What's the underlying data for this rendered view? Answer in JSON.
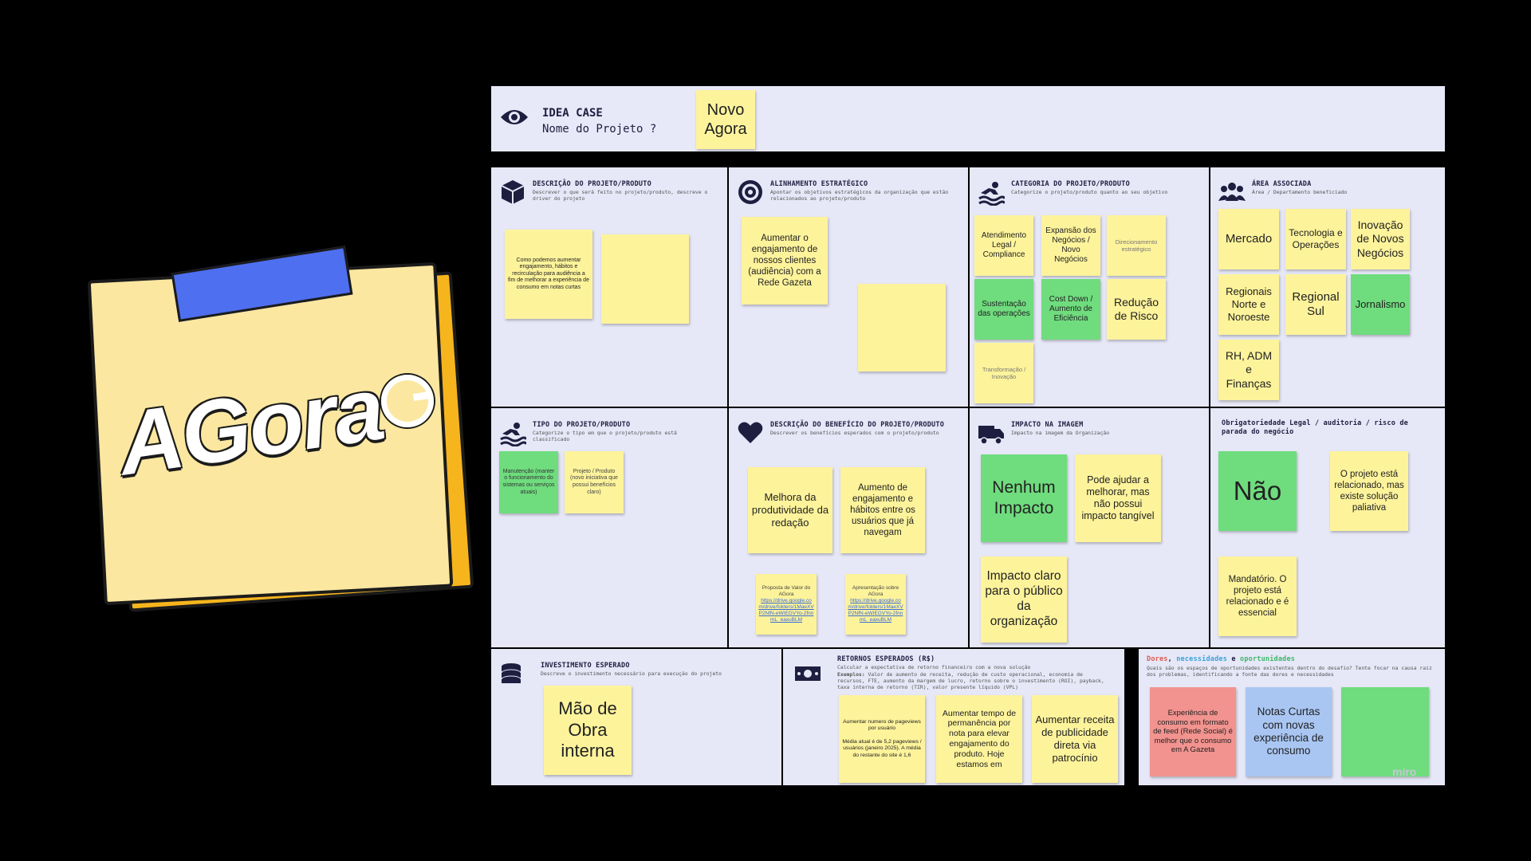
{
  "logo": {
    "text": "AGora",
    "mark": "G-icon"
  },
  "header": {
    "title": "IDEA CASE",
    "subtitle": "Nome do Projeto ?",
    "project_name": "Novo\nAgora"
  },
  "panels": {
    "descricao": {
      "title": "DESCRIÇÃO DO PROJETO/PRODUTO",
      "subtitle": "Descrever o que será feito no projeto/produto, descreve o driver do projeto",
      "note_1": "Como podemos aumentar engajamento, hábitos e recirculação para audiência a fim de melhorar a experiência de consumo em notas curtas"
    },
    "alinhamento": {
      "title": "ALINHAMENTO ESTRATÉGICO",
      "subtitle": "Apontar os objetivos estratégicos da organização que estão relacionados ao projeto/produto",
      "note_1": "Aumentar o engajamento de nossos clientes (audiência) com a Rede Gazeta"
    },
    "categoria": {
      "title": "CATEGORIA DO PROJETO/PRODUTO",
      "subtitle": "Categorize o projeto/produto quanto ao seu objetivo",
      "notes": [
        "Atendimento Legal / Compliance",
        "Expansão dos Negócios / Novo Negócios",
        "Direcionamento estratégico",
        "Sustentação das operações",
        "Cost Down / Aumento de Eficiência",
        "Redução de Risco",
        "Transformação / Inovação"
      ]
    },
    "area": {
      "title": "ÁREA ASSOCIADA",
      "subtitle": "Área / Departamento beneficiado",
      "notes": [
        "Mercado",
        "Tecnologia e Operações",
        "Inovação de Novos Negócios",
        "Regionais Norte e Noroeste",
        "Regional Sul",
        "Jornalismo",
        "RH, ADM e Finanças"
      ]
    },
    "tipo": {
      "title": "TIPO DO PROJETO/PRODUTO",
      "subtitle": "Categorize o tipo em que o projeto/produto está classificado",
      "notes": [
        "Manutenção (manter o funcionamento do sistemas ou serviços atuais)",
        "Projeto / Produto (novo iniciativa que possui benefícios claro)"
      ]
    },
    "beneficio": {
      "title": "DESCRIÇÃO DO BENEFÍCIO DO PROJETO/PRODUTO",
      "subtitle": "Descrever os benefícios esperados com o projeto/produto",
      "notes": [
        "Melhora da produtividade da redação",
        "Aumento de engajamento e hábitos entre os usuários que já navegam"
      ],
      "link_note_1": "Proposta de Valor do AGora",
      "link_note_2": "Apresentação sobre AGora",
      "link_url": "https://drive.google.com/drive/folders/1MaeXVP2NfN-eWIEGVYo-2fnnmL_eaxuBLM"
    },
    "impacto": {
      "title": "IMPACTO NA IMAGEM",
      "subtitle": "Impacto na imagem da Organização",
      "notes": [
        "Nenhum Impacto",
        "Pode ajudar a melhorar, mas não possui impacto tangível",
        "Impacto claro para o público da organização"
      ]
    },
    "obrigatoriedade": {
      "title": "Obrigatoriedade Legal / auditoria / risco de parada do negócio",
      "notes": [
        "Não",
        "O projeto está relacionado, mas existe solução paliativa",
        "Mandatório. O projeto está relacionado e é essencial"
      ]
    },
    "investimento": {
      "title": "INVESTIMENTO ESPERADO",
      "subtitle": "Descreve o investimento necessário para execução do projeto",
      "note_1": "Mão de Obra interna"
    },
    "retornos": {
      "title": "RETORNOS ESPERADOS (R$)",
      "subtitle": "Calcular a expectativa de retorno financeiro com a nova solução",
      "examples_label": "Exemplos:",
      "examples": "Valor de aumento de receita, redução de custo operacional, economia de recursos, FTE, aumento da margem de lucro, retorno sobre o investimento (ROI), payback, taxa interna de retorno (TIR), valor presente líquido (VPL)",
      "note_1": "Aumentar numero de pageviews por usuário\n\nMédia atual é de 5,2 pageviews / usuários (janeiro 2025). A média do restante do site é 1,6",
      "note_2": "Aumentar tempo de permanência por nota para elevar engajamento do produto. Hoje estamos em",
      "note_3": "Aumentar receita de publicidade direta via patrocínio"
    },
    "dores": {
      "title_1": "Dores",
      "title_sep_1": ", ",
      "title_2": "necessidades",
      "title_sep_2": " e ",
      "title_3": "oportunidades",
      "subtitle": "Quais são os espaços de oportunidades existentes dentro do desafio? Tente focar na causa raiz dos problemas, identificando a fonte das dores e necessidades",
      "note_1": "Experiência de consumo em formato de feed (Rede Social) é melhor que o consumo em A Gazeta",
      "note_2": "Notas Curtas com novas experiência de consumo",
      "watermark": "miro"
    }
  },
  "colors": {
    "panel": "#e6e7f7",
    "sticky_yellow": "#fdf39b",
    "sticky_green": "#6fdc7e",
    "sticky_red": "#f2938f",
    "sticky_blue": "#a9c6f3",
    "dores": "#e05a4f",
    "necessidades": "#3aa3d8",
    "oportunidades": "#3db86a"
  }
}
